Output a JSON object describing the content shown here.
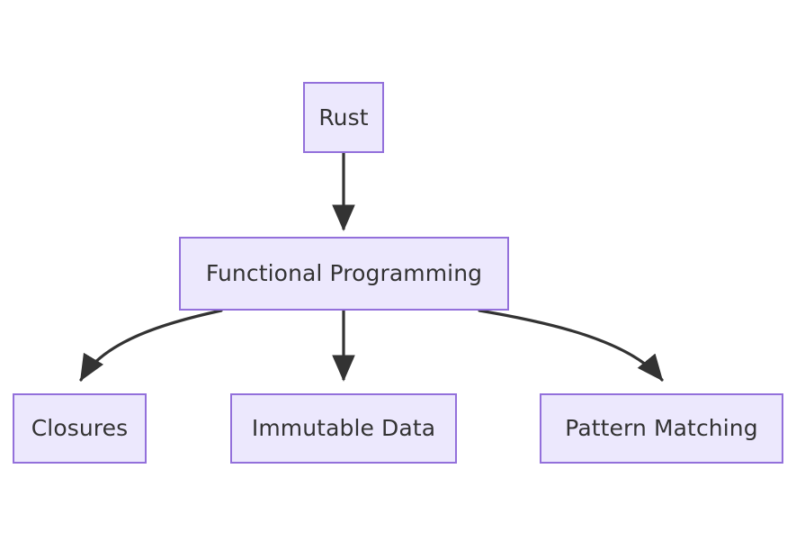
{
  "diagram": {
    "type": "flowchart",
    "direction": "top-down",
    "background_color": "#ffffff",
    "node_fill_color": "#ECE8FD",
    "node_border_color": "#9370DB",
    "node_text_color": "#333333",
    "edge_color": "#333333",
    "nodes": [
      {
        "id": "rust",
        "label": "Rust"
      },
      {
        "id": "functional",
        "label": "Functional Programming"
      },
      {
        "id": "closures",
        "label": "Closures"
      },
      {
        "id": "immutable",
        "label": "Immutable Data"
      },
      {
        "id": "pattern",
        "label": "Pattern Matching"
      }
    ],
    "edges": [
      {
        "id": "edge-rust-functional",
        "from": "Rust",
        "to": "Functional Programming",
        "label": "",
        "style": "straight-arrow"
      },
      {
        "id": "edge-functional-closures",
        "from": "Functional Programming",
        "to": "Closures",
        "label": "",
        "style": "curved-arrow"
      },
      {
        "id": "edge-functional-immutable",
        "from": "Functional Programming",
        "to": "Immutable Data",
        "label": "",
        "style": "straight-arrow"
      },
      {
        "id": "edge-functional-pattern",
        "from": "Functional Programming",
        "to": "Pattern Matching",
        "label": "",
        "style": "curved-arrow"
      }
    ]
  }
}
